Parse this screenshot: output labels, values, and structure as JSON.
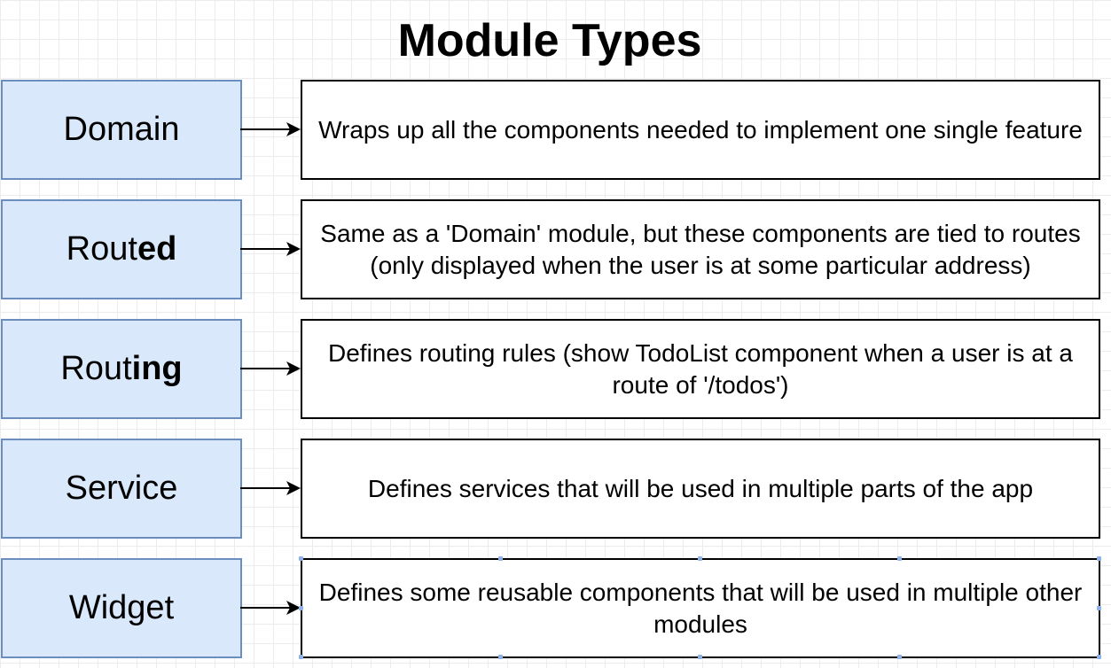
{
  "title": "Module Types",
  "rows": [
    {
      "type_parts": [
        {
          "text": "Domain",
          "bold": false
        }
      ],
      "description": "Wraps up all the components needed to implement one single feature"
    },
    {
      "type_parts": [
        {
          "text": "Rout",
          "bold": false
        },
        {
          "text": "ed",
          "bold": true
        }
      ],
      "description": "Same as a 'Domain' module, but these components are tied to routes (only displayed when the user is at some particular address)"
    },
    {
      "type_parts": [
        {
          "text": "Rout",
          "bold": false
        },
        {
          "text": "ing",
          "bold": true
        }
      ],
      "description": "Defines routing rules (show TodoList component when a user is at a route of '/todos')"
    },
    {
      "type_parts": [
        {
          "text": "Service",
          "bold": false
        }
      ],
      "description": "Defines services that will be used in multiple parts of the app"
    },
    {
      "type_parts": [
        {
          "text": "Widget",
          "bold": false
        }
      ],
      "description": "Defines some reusable components that will be used in multiple other modules"
    }
  ],
  "colors": {
    "type_fill": "#dae8fc",
    "type_stroke": "#6c8ebf",
    "desc_stroke": "#000000"
  }
}
